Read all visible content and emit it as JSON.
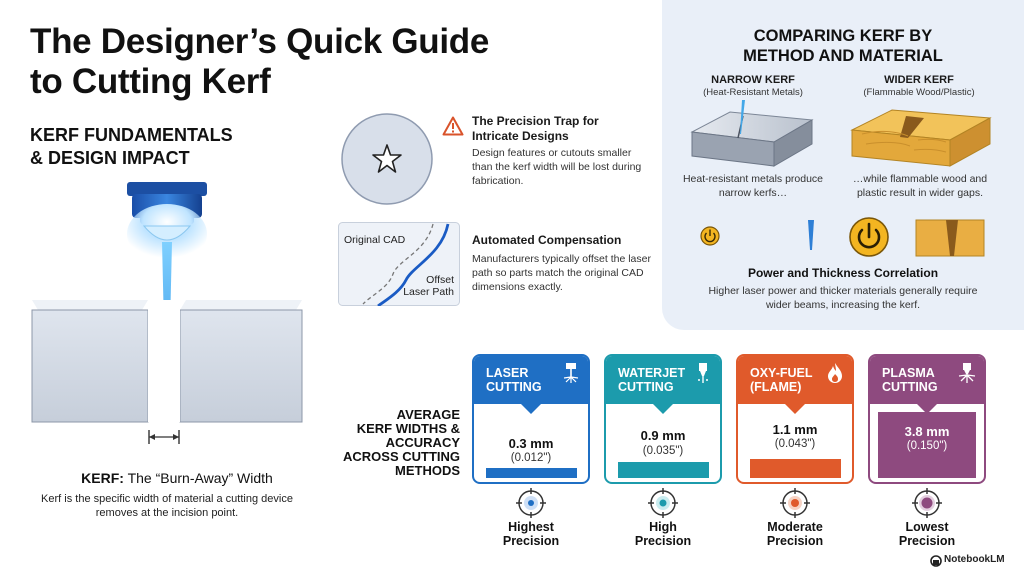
{
  "header": {
    "title_line1": "The Designer’s Quick Guide",
    "title_line2": "to Cutting Kerf"
  },
  "fundamentals": {
    "title_line1": "KERF FUNDAMENTALS",
    "title_line2": "& DESIGN IMPACT",
    "kerf_heading_strong": "KERF:",
    "kerf_heading_rest": " The “Burn-Away” Width",
    "kerf_desc": "Kerf is the specific width of material a cutting device removes at the incision point."
  },
  "precision_trap": {
    "title": "The Precision Trap for Intricate Designs",
    "desc": "Design features or cutouts smaller than the kerf width will be lost during fabrication.",
    "icon": "warning-triangle-icon"
  },
  "compensation": {
    "title": "Automated Compensation",
    "desc": "Manufacturers typically offset the laser path so parts match the original CAD dimensions exactly.",
    "label_original": "Original CAD",
    "label_offset_line1": "Offset",
    "label_offset_line2": "Laser Path"
  },
  "comparison": {
    "title_line1": "COMPARING KERF BY",
    "title_line2": "METHOD AND MATERIAL",
    "narrow_head": "NARROW KERF",
    "narrow_sub": "(Heat-Resistant Metals)",
    "wider_head": "WIDER KERF",
    "wider_sub": "(Flammable Wood/Plastic)",
    "metal_caption": "Heat-resistant metals produce narrow kerfs…",
    "wood_caption": "…while flammable wood and plastic result in wider gaps.",
    "power_title": "Power and Thickness Correlation",
    "power_desc": "Higher laser power and thicker materials generally require wider beams, increasing the kerf."
  },
  "averages": {
    "title_line1": "AVERAGE",
    "title_line2": "KERF WIDTHS &",
    "title_line3": "ACCURACY",
    "title_line4": "ACROSS CUTTING",
    "title_line5": "METHODS"
  },
  "methods": [
    {
      "line1": "LASER",
      "line2": "CUTTING",
      "mm": "0.3 mm",
      "inch": "(0.012\")",
      "precision_line1": "Highest",
      "precision_line2": "Precision",
      "color": "#1f6fc4",
      "kerf_mm": 0.3
    },
    {
      "line1": "WATERJET",
      "line2": "CUTTING",
      "mm": "0.9 mm",
      "inch": "(0.035\")",
      "precision_line1": "High",
      "precision_line2": "Precision",
      "color": "#1c9bac",
      "kerf_mm": 0.9
    },
    {
      "line1": "OXY-FUEL",
      "line2": "(FLAME)",
      "mm": "1.1 mm",
      "inch": "(0.043\")",
      "precision_line1": "Moderate",
      "precision_line2": "Precision",
      "color": "#e05a2b",
      "kerf_mm": 1.1
    },
    {
      "line1": "PLASMA",
      "line2": "CUTTING",
      "mm": "3.8 mm",
      "inch": "(0.150\")",
      "precision_line1": "Lowest",
      "precision_line2": "Precision",
      "color": "#8e4a7f",
      "kerf_mm": 3.8
    }
  ],
  "icons": {
    "laser": "laser-beam-icon",
    "waterjet": "water-nozzle-icon",
    "flame": "flame-icon",
    "plasma": "plasma-spark-icon",
    "target": "target-icon",
    "power": "power-icon",
    "star": "star-icon"
  },
  "brand": "NotebookLM"
}
